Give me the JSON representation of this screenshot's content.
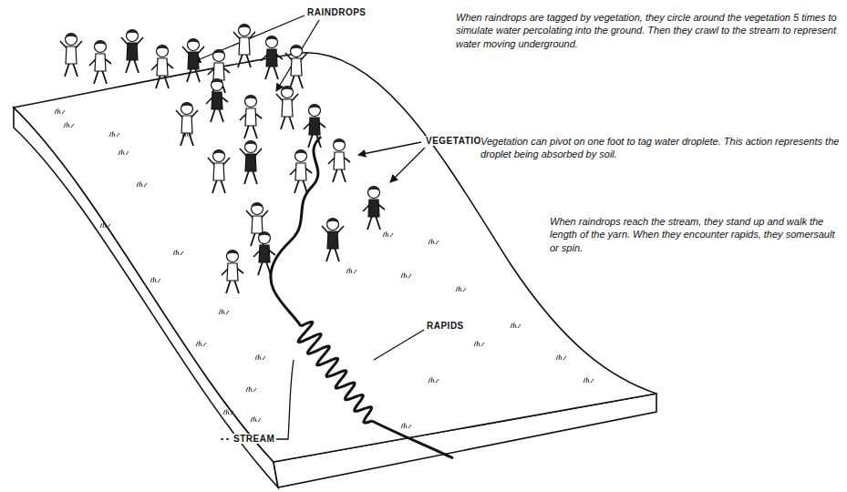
{
  "diagram": {
    "labels": [
      "RAINDROPS",
      "When raindrops are tagged by vegetation, they circle around the vegetation 5 times to simulate water percolating into the ground. Then they crawl to the stream to represent water moving underground.",
      "VEGETATION",
      "Vegetation can pivot on one foot to tag water droplete. This action represents the droplet being absorbed by soil.",
      "When raindrops reach the stream, they stand up and walk the length of the yarn. When they encounter rapids, they somersault or spin.",
      "STREAM",
      "RAPIDS"
    ]
  }
}
